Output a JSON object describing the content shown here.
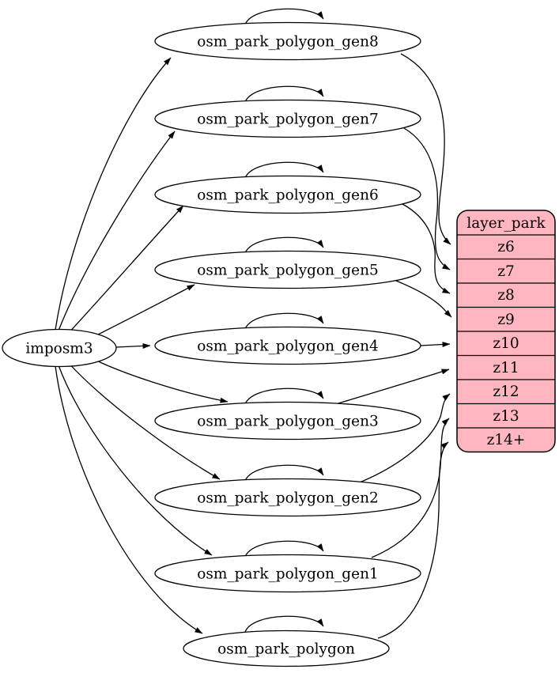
{
  "diagram": {
    "kind": "etl-graph",
    "source_node": {
      "label": "imposm3"
    },
    "table_nodes": [
      {
        "label": "osm_park_polygon_gen8",
        "self_loop": true,
        "output_zoom": "z6"
      },
      {
        "label": "osm_park_polygon_gen7",
        "self_loop": true,
        "output_zoom": "z7"
      },
      {
        "label": "osm_park_polygon_gen6",
        "self_loop": true,
        "output_zoom": "z8"
      },
      {
        "label": "osm_park_polygon_gen5",
        "self_loop": true,
        "output_zoom": "z9"
      },
      {
        "label": "osm_park_polygon_gen4",
        "self_loop": true,
        "output_zoom": "z10"
      },
      {
        "label": "osm_park_polygon_gen3",
        "self_loop": true,
        "output_zoom": "z11"
      },
      {
        "label": "osm_park_polygon_gen2",
        "self_loop": true,
        "output_zoom": "z12"
      },
      {
        "label": "osm_park_polygon_gen1",
        "self_loop": true,
        "output_zoom": "z13"
      },
      {
        "label": "osm_park_polygon",
        "self_loop": true,
        "output_zoom": "z14+"
      }
    ],
    "layer_table": {
      "title": "layer_park",
      "rows": [
        "z6",
        "z7",
        "z8",
        "z9",
        "z10",
        "z11",
        "z12",
        "z13",
        "z14+"
      ]
    },
    "edges": [
      {
        "from": "imposm3",
        "to": "osm_park_polygon_gen8"
      },
      {
        "from": "imposm3",
        "to": "osm_park_polygon_gen7"
      },
      {
        "from": "imposm3",
        "to": "osm_park_polygon_gen6"
      },
      {
        "from": "imposm3",
        "to": "osm_park_polygon_gen5"
      },
      {
        "from": "imposm3",
        "to": "osm_park_polygon_gen4"
      },
      {
        "from": "imposm3",
        "to": "osm_park_polygon_gen3"
      },
      {
        "from": "imposm3",
        "to": "osm_park_polygon_gen2"
      },
      {
        "from": "imposm3",
        "to": "osm_park_polygon_gen1"
      },
      {
        "from": "imposm3",
        "to": "osm_park_polygon"
      },
      {
        "from": "osm_park_polygon_gen8",
        "to": "layer_park:z6"
      },
      {
        "from": "osm_park_polygon_gen7",
        "to": "layer_park:z7"
      },
      {
        "from": "osm_park_polygon_gen6",
        "to": "layer_park:z8"
      },
      {
        "from": "osm_park_polygon_gen5",
        "to": "layer_park:z9"
      },
      {
        "from": "osm_park_polygon_gen4",
        "to": "layer_park:z10"
      },
      {
        "from": "osm_park_polygon_gen3",
        "to": "layer_park:z11"
      },
      {
        "from": "osm_park_polygon_gen2",
        "to": "layer_park:z12"
      },
      {
        "from": "osm_park_polygon_gen1",
        "to": "layer_park:z13"
      },
      {
        "from": "osm_park_polygon",
        "to": "layer_park:z14+"
      }
    ],
    "colors": {
      "layer_fill": "#ffb6c1",
      "node_fill": "#ffffff",
      "stroke": "#000000"
    }
  }
}
